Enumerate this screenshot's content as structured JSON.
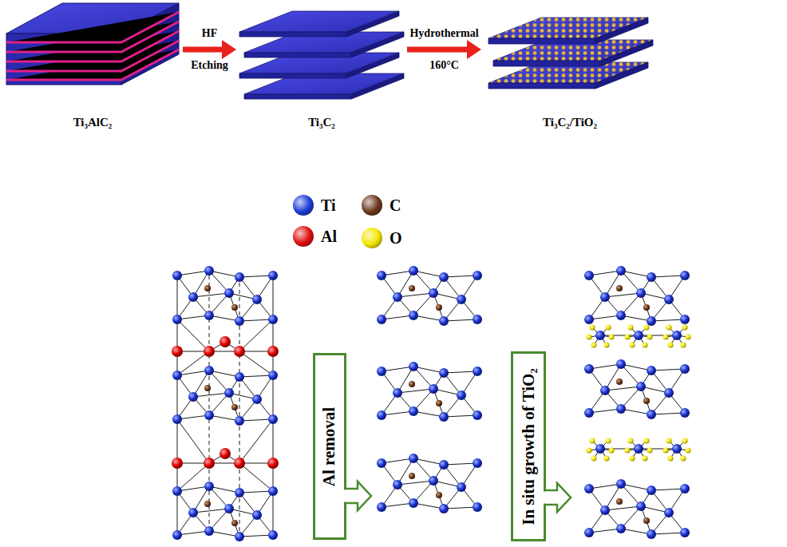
{
  "diagram": {
    "nodes": [
      {
        "text": [
          "Ti₃AlC₂"
        ]
      },
      {
        "text": [
          "Ti₃C₂"
        ]
      },
      {
        "text": [
          "Ti₃C₂/TiO₂"
        ]
      },
      {
        "text": [
          "Al removal"
        ]
      },
      {
        "text": [
          "In situ growth of TiO₂"
        ]
      }
    ],
    "edges": [
      {
        "from": 0,
        "to": 1,
        "arrow": "to",
        "label": "HF Etching"
      },
      {
        "from": 1,
        "to": 2,
        "arrow": "to",
        "label": "Hydrothermal 160°C"
      }
    ],
    "legend": [
      {
        "text": "Ti",
        "color": "#1f3fd6"
      },
      {
        "text": "C",
        "color": "#6b3a1e"
      },
      {
        "text": "Al",
        "color": "#e01010"
      },
      {
        "text": "O",
        "color": "#f2e600"
      }
    ]
  }
}
